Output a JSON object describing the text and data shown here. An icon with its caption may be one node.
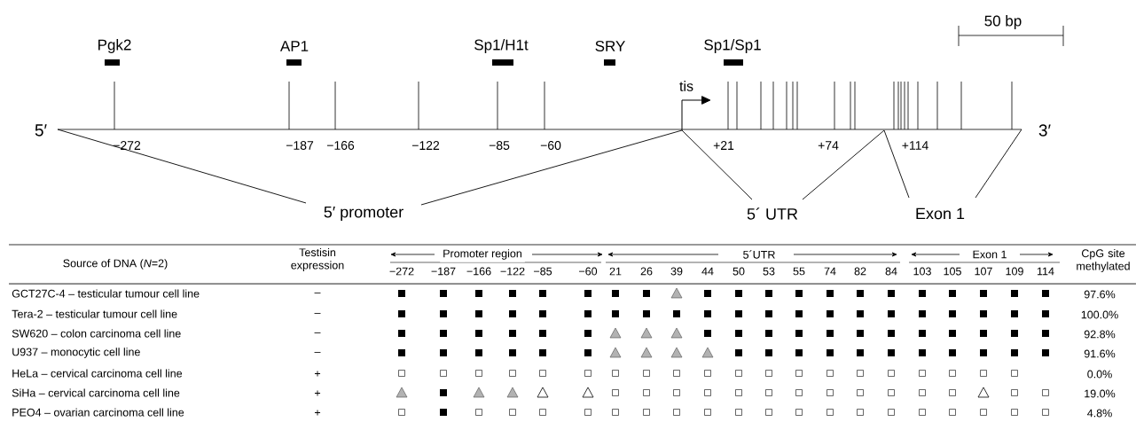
{
  "diagram": {
    "labels": [
      "50 bp",
      "Pgk2",
      "AP1",
      "Sp1/H1t",
      "SRY",
      "Sp1/Sp1",
      "tis",
      "5′",
      "3′",
      "−272",
      "−187",
      "−166",
      "−122",
      "−85",
      "−60",
      "+21",
      "+74",
      "+114",
      "5′ promoter",
      "5´ UTR",
      "Exon 1",
      "Source of DNA (*N*=2)",
      "Testisin expression",
      "Promoter region",
      "5´UTR",
      "Exon 1",
      "CpG site methylated",
      "−272",
      "−187",
      "−166",
      "−122",
      "−85",
      "−60",
      "21",
      "26",
      "39",
      "44",
      "50",
      "53",
      "55",
      "74",
      "82",
      "84",
      "103",
      "105",
      "107",
      "109",
      "114",
      "GCT27C-4 – testicular tumour cell line",
      "–",
      "97.6%",
      "Tera-2 – testicular tumour cell line",
      "–",
      "100.0%",
      "SW620 – colon carcinoma cell line",
      "–",
      "92.8%",
      "U937 – monocytic cell line",
      "–",
      "91.6%",
      "HeLa – cervical carcinoma cell line",
      "+",
      "0.0%",
      "SiHa – cervical carcinoma cell line",
      "+",
      "19.0%",
      "PEO4 – ovarian carcinoma cell line",
      "+",
      "4.8%"
    ]
  }
}
